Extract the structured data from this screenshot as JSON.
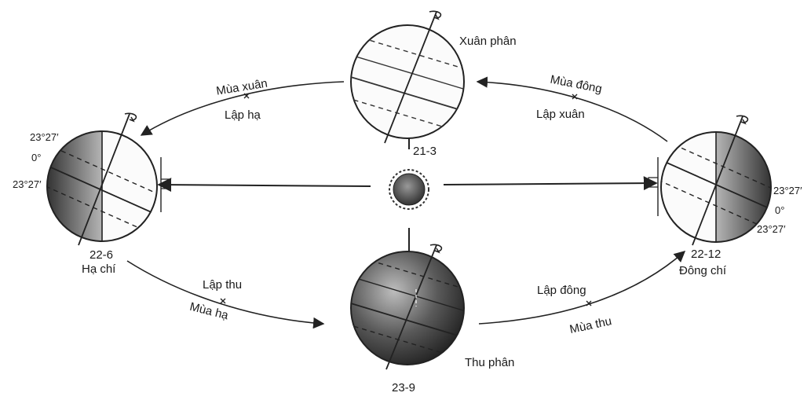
{
  "seasons": {
    "spring": "Mùa xuân",
    "winter": "Mùa đông",
    "summer": "Mùa hạ",
    "autumn": "Mùa thu"
  },
  "transitions": {
    "start_summer": "Lập hạ",
    "start_spring": "Lập xuân",
    "start_autumn": "Lập thu",
    "start_winter": "Lập đông"
  },
  "events": {
    "spring_equinox": {
      "name": "Xuân phân",
      "date": "21-3"
    },
    "summer_solstice": {
      "name": "Hạ chí",
      "date": "22-6"
    },
    "autumn_equinox": {
      "name": "Thu phân",
      "date": "23-9"
    },
    "winter_solstice": {
      "name": "Đông chí",
      "date": "22-12"
    }
  },
  "latitudes": {
    "tropic": "23°27′",
    "equator": "0°"
  }
}
